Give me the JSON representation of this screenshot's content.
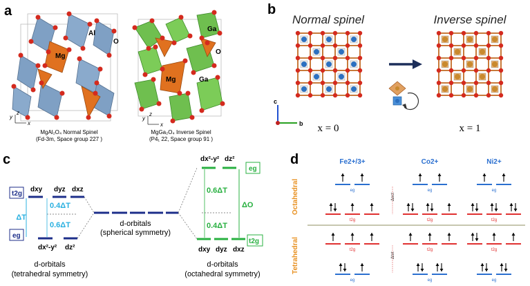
{
  "panel_a": {
    "label": "a",
    "left": {
      "ion_al": "Al",
      "ion_mg": "Mg",
      "ion_o": "O",
      "caption_line1": "MgAl₂O₄ Normal Spinel",
      "caption_line2": "(Fd-3m, Space group 227 )",
      "axis_z": "z",
      "axis_y": "y",
      "axis_x": "x"
    },
    "right": {
      "ion_ga_top": "Ga",
      "ion_mg": "Mg",
      "ion_ga": "Ga",
      "ion_o": "O",
      "caption_line1": "MgGa₂O₄ Inverse Spinel",
      "caption_line2": "(P4₁ 22, Space group 91 )",
      "axis_z": "z",
      "axis_y": "y",
      "axis_x": "x"
    }
  },
  "panel_b": {
    "label": "b",
    "left_title": "Normal spinel",
    "right_title": "Inverse spinel",
    "left_x": "x = 0",
    "right_x": "x = 1",
    "axis_c": "c",
    "axis_b": "b"
  },
  "panel_c": {
    "label": "c",
    "t2g_left": "t2g",
    "eg_left": "eg",
    "delta_t": "ΔT",
    "dxy": "dxy",
    "dyz": "dyz",
    "dxz": "dxz",
    "dx2y2": "dx²-y²",
    "dz2": "dz²",
    "frac_04": "0.4ΔT",
    "frac_06": "0.6ΔT",
    "center_line1": "d-orbitals",
    "center_line2": "(spherical symmetry)",
    "left_line1": "d-orbitals",
    "left_line2": "(tetrahedral symmetry)",
    "right_line1": "d-orbitals",
    "right_line2": "(octahedral symmetry)",
    "r_dx2y2": "dx²-y²",
    "r_dz2": "dz²",
    "r_dxy": "dxy",
    "r_dyz": "dyz",
    "r_dxz": "dxz",
    "r_frac_06": "0.6ΔT",
    "r_frac_04": "0.4ΔT",
    "delta_o": "ΔO",
    "eg_right": "eg",
    "t2g_right": "t2g"
  },
  "panel_d": {
    "label": "d",
    "ion_fe": "Fe2+/3+",
    "ion_co": "Co2+",
    "ion_ni": "Ni2+",
    "octahedral": "Octahedral",
    "tetrahedral": "Tetrahedral",
    "eg": "eg",
    "t2g": "t2g",
    "delta_oct": "Δoct",
    "delta_tet": "Δtet"
  }
}
